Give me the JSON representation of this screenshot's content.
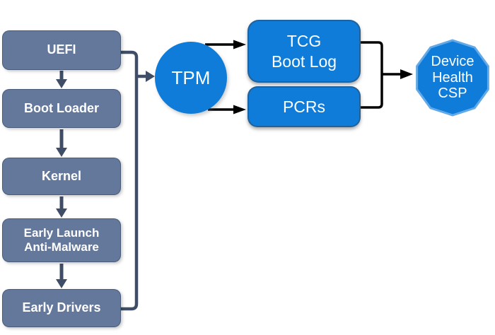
{
  "colors": {
    "canvas-bg": "#ffffff",
    "slate-fill": "#64789B",
    "slate-text": "#ffffff",
    "connector": "#3F4E66",
    "blue-fill": "#0F7CDA",
    "blue-text": "#ffffff",
    "black-arrow": "#000000",
    "decagon-stroke": "#62A9E8"
  },
  "diagram": {
    "boot_chain": [
      {
        "label": "UEFI"
      },
      {
        "label": "Boot Loader"
      },
      {
        "label": "Kernel"
      },
      {
        "label": "Early Launch\nAnti-Malware"
      },
      {
        "label": "Early Drivers"
      }
    ],
    "tpm": {
      "label": "TPM"
    },
    "tpm_outputs": [
      {
        "label": "TCG\nBoot Log"
      },
      {
        "label": "PCRs"
      }
    ],
    "endpoint": {
      "label": "Device\nHealth\nCSP"
    }
  }
}
